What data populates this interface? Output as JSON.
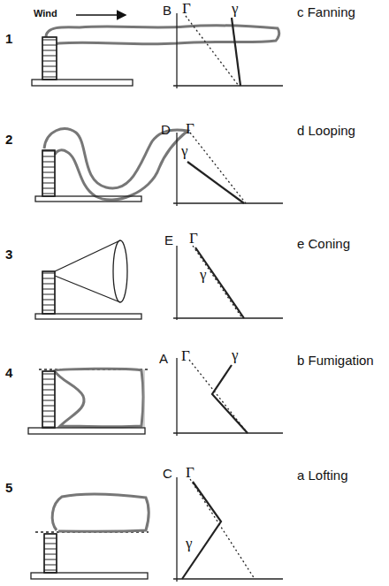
{
  "diagram": {
    "labels": [
      "1",
      "Wind",
      "B",
      "Γ",
      "γ",
      "c Fanning",
      "2",
      "D",
      "Γ",
      "γ",
      "d Looping",
      "3",
      "E",
      "Γ",
      "γ",
      "e Coning",
      "4",
      "A",
      "Γ",
      "γ",
      "b Fumigation",
      "5",
      "C",
      "Γ",
      "γ",
      "a Lofting"
    ]
  }
}
